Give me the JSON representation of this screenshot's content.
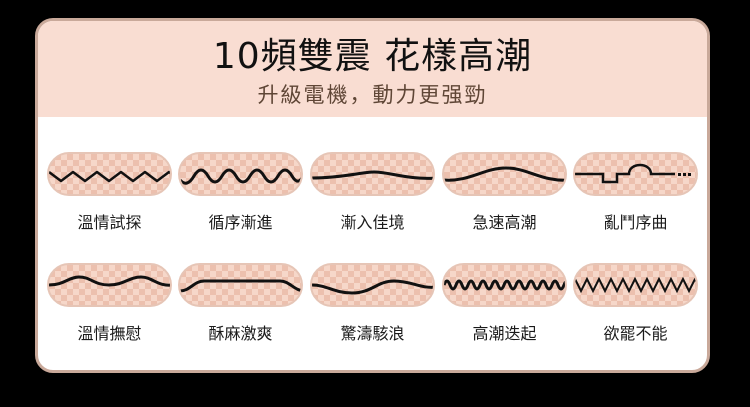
{
  "header": {
    "title": "10頻雙震 花樣高潮",
    "subtitle": "升級電機，動力更强勁"
  },
  "colors": {
    "background": "#000000",
    "card_border": "#c9a99a",
    "header_bg": "#f9ddd2",
    "pill_base": "#f6d7c9",
    "pill_check": "#ecc0ae",
    "wave": "#111111"
  },
  "modes": [
    {
      "label": "溫情試探",
      "wave": "zigzag-soft"
    },
    {
      "label": "循序漸進",
      "wave": "sine-large"
    },
    {
      "label": "漸入佳境",
      "wave": "gentle-rise"
    },
    {
      "label": "急速高潮",
      "wave": "slow-swell"
    },
    {
      "label": "亂鬥序曲",
      "wave": "step-bump"
    },
    {
      "label": "溫情撫慰",
      "wave": "low-bumps"
    },
    {
      "label": "酥麻激爽",
      "wave": "plateau"
    },
    {
      "label": "驚濤駭浪",
      "wave": "shallow-wave"
    },
    {
      "label": "高潮迭起",
      "wave": "dense-sine"
    },
    {
      "label": "欲罷不能",
      "wave": "sharp-zigzag"
    }
  ]
}
